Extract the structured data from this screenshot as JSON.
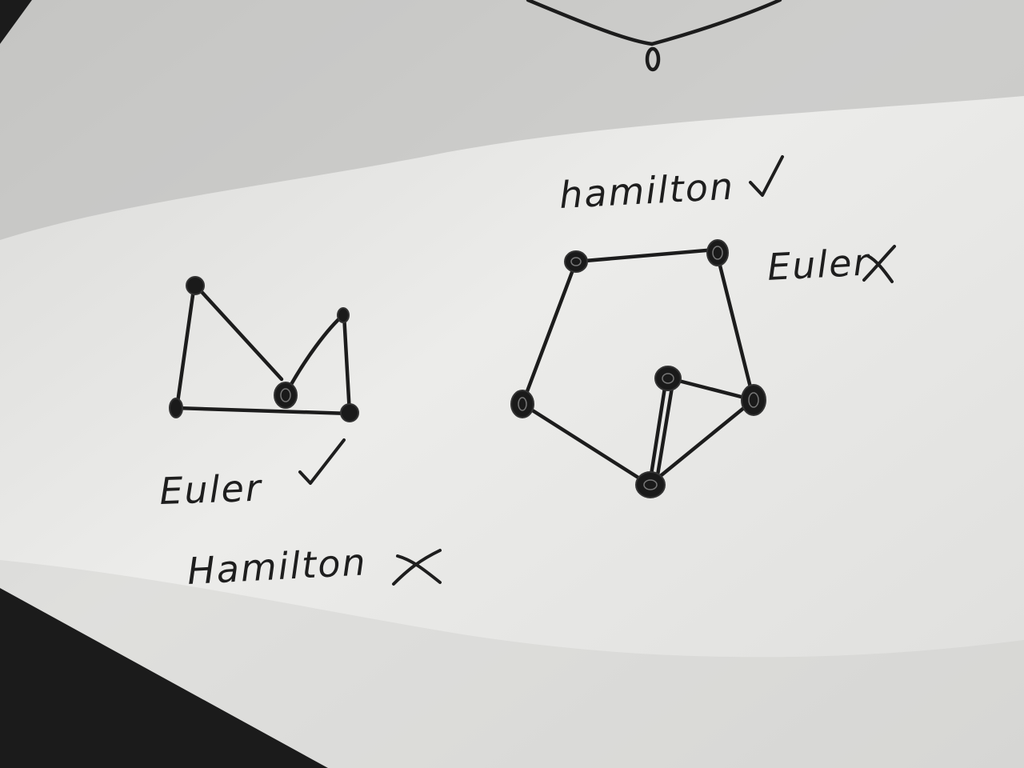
{
  "graph1": {
    "label_euler": "Euler",
    "label_hamilton": "Hamilton",
    "euler_mark": "check",
    "hamilton_mark": "cross"
  },
  "graph2": {
    "label_hamilton": "hamilton",
    "label_euler": "Euler",
    "hamilton_mark": "check",
    "euler_mark": "cross"
  },
  "colors": {
    "ink": "#1c1c1c",
    "paper": "#e8e8e6",
    "desk": "#1b1b1b"
  }
}
